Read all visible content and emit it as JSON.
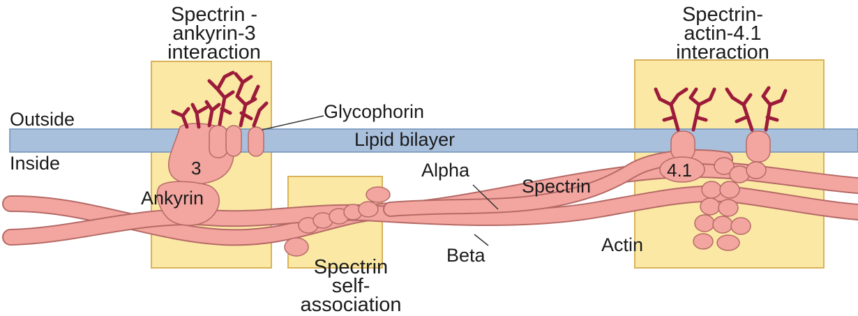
{
  "labels": {
    "spectrin_ankyrin": [
      "Spectrin -",
      "ankyrin-3",
      "interaction"
    ],
    "spectrin_actin": [
      "Spectrin-",
      "actin-4.1",
      "interaction"
    ],
    "spectrin_self": [
      "Spectrin",
      "self-",
      "association"
    ],
    "outside": "Outside",
    "inside": "Inside",
    "glycophorin": "Glycophorin",
    "lipid_bilayer": "Lipid bilayer",
    "ankyrin": "Ankyrin",
    "band_3": "3",
    "band_41": "4.1",
    "alpha": "Alpha",
    "spectrin": "Spectrin",
    "beta": "Beta",
    "actin": "Actin"
  },
  "colors": {
    "highlight_box": "#fbe8a4",
    "highlight_border": "#d9b25a",
    "bilayer": "#a9c0dd",
    "bilayer_edge": "#6f8fb8",
    "protein": "#f3a5a0",
    "protein_edge": "#b56a66",
    "glycan": "#9c1b3a"
  }
}
